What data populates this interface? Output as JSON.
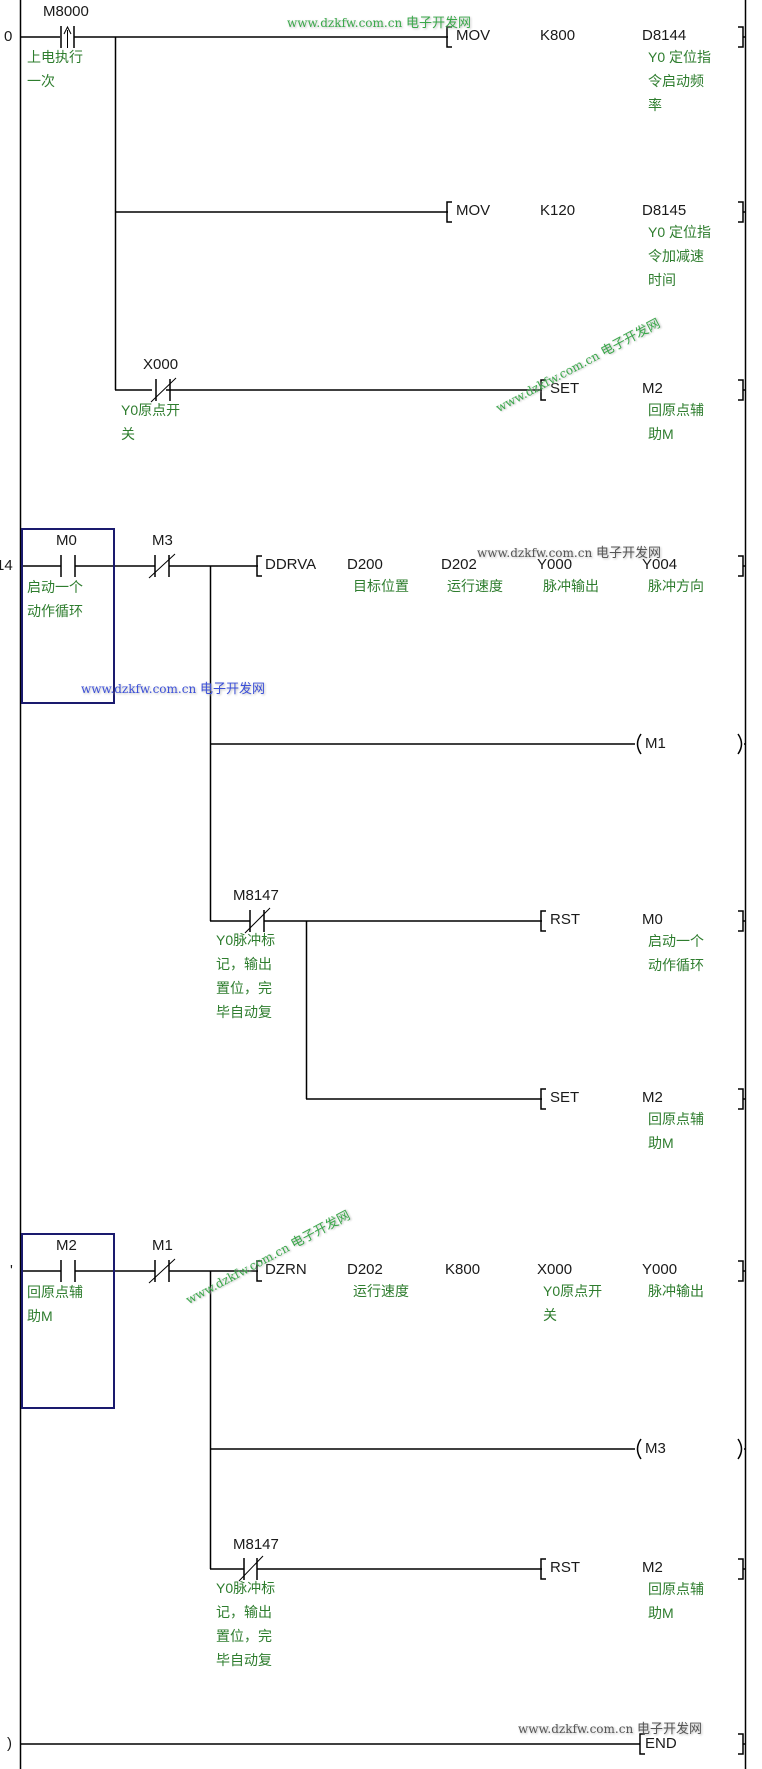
{
  "watermark": {
    "url": "www.dzkfw.com.cn",
    "site": "电子开发网"
  },
  "rungs": [
    {
      "step": "0",
      "contacts": [
        {
          "device": "M8000",
          "type": "rising-edge",
          "comment": "上电执行\n一次"
        },
        {
          "device": "X000",
          "type": "normally-closed",
          "comment": "Y0原点开\n关"
        }
      ],
      "instructions": [
        {
          "op": "MOV",
          "args": [
            "K800",
            "D8144"
          ],
          "comment": "Y0 定位指\n令启动频\n率"
        },
        {
          "op": "MOV",
          "args": [
            "K120",
            "D8145"
          ],
          "comment": "Y0 定位指\n令加减速\n时间"
        },
        {
          "op": "SET",
          "args": [
            "M2"
          ],
          "comment": "回原点辅\n助M"
        }
      ]
    },
    {
      "step": "14",
      "contacts": [
        {
          "device": "M0",
          "type": "normally-open",
          "comment": "启动一个\n动作循环"
        },
        {
          "device": "M3",
          "type": "normally-closed"
        },
        {
          "device": "M8147",
          "type": "normally-closed",
          "comment": "Y0脉冲标\n记，输出\n置位，完\n毕自动复"
        }
      ],
      "instructions": [
        {
          "op": "DDRVA",
          "args": [
            "D200",
            "D202",
            "Y000",
            "Y004"
          ],
          "comments": [
            "目标位置",
            "运行速度",
            "脉冲输出",
            "脉冲方向"
          ]
        },
        {
          "op": "OUT",
          "args": [
            "M1"
          ]
        },
        {
          "op": "RST",
          "args": [
            "M0"
          ],
          "comment": "启动一个\n动作循环"
        },
        {
          "op": "SET",
          "args": [
            "M2"
          ],
          "comment": "回原点辅\n助M"
        }
      ]
    },
    {
      "step": "'",
      "contacts": [
        {
          "device": "M2",
          "type": "normally-open",
          "comment": "回原点辅\n助M"
        },
        {
          "device": "M1",
          "type": "normally-closed"
        },
        {
          "device": "M8147",
          "type": "normally-closed",
          "comment": "Y0脉冲标\n记，输出\n置位，完\n毕自动复"
        }
      ],
      "instructions": [
        {
          "op": "DZRN",
          "args": [
            "D202",
            "K800",
            "X000",
            "Y000"
          ],
          "comments": [
            "运行速度",
            "",
            "Y0原点开\n关",
            "脉冲输出"
          ]
        },
        {
          "op": "OUT",
          "args": [
            "M3"
          ]
        },
        {
          "op": "RST",
          "args": [
            "M2"
          ],
          "comment": "回原点辅\n助M"
        }
      ]
    },
    {
      "step": ")",
      "instructions": [
        {
          "op": "END"
        }
      ]
    }
  ]
}
